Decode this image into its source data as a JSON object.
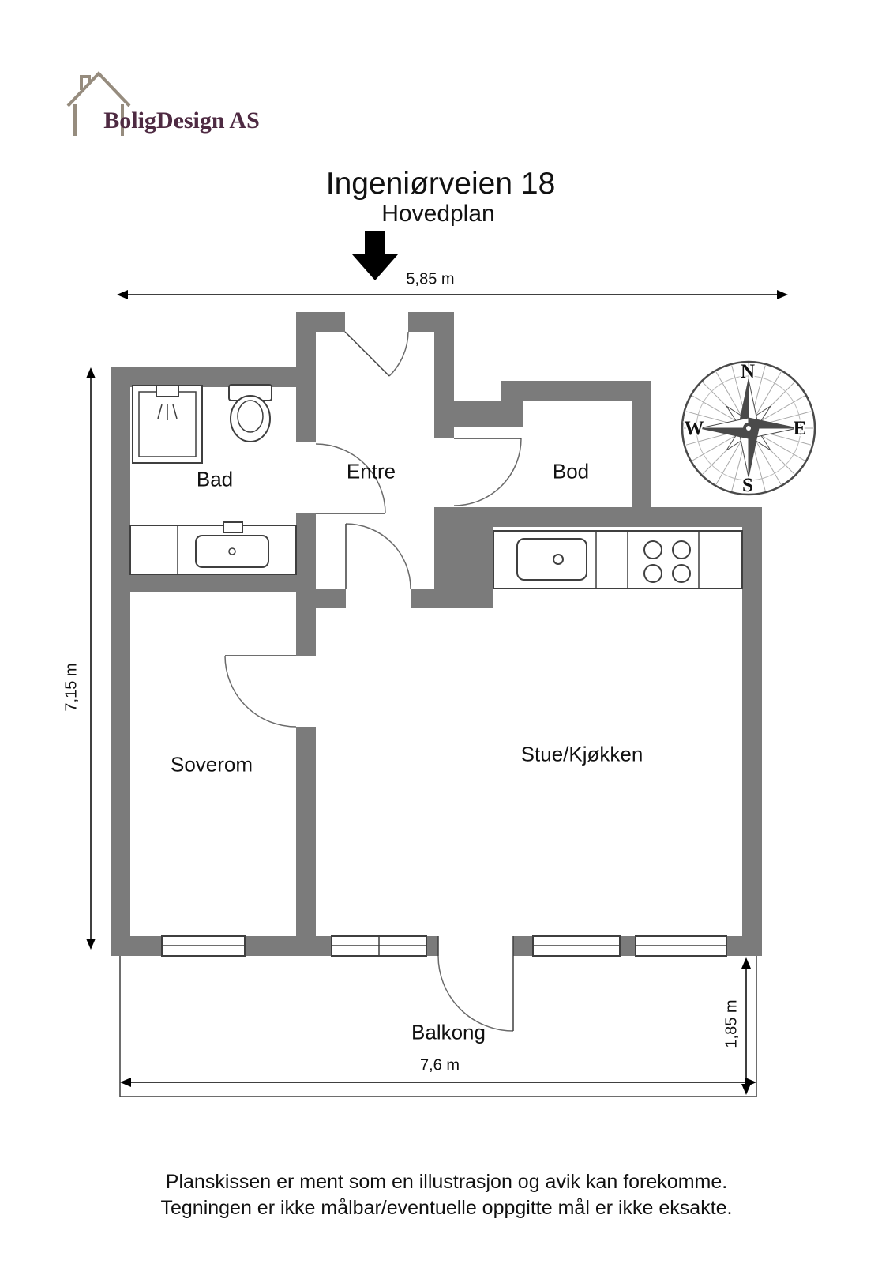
{
  "logo": {
    "company": "BoligDesign AS"
  },
  "header": {
    "title": "Ingeniørveien 18",
    "subtitle": "Hovedplan"
  },
  "rooms": {
    "bad": "Bad",
    "entre": "Entre",
    "bod": "Bod",
    "soverom": "Soverom",
    "stue": "Stue/Kjøkken",
    "balkong": "Balkong"
  },
  "dimensions": {
    "top_width": "5,85 m",
    "left_height": "7,15 m",
    "balcony_width": "7,6 m",
    "balcony_depth": "1,85 m"
  },
  "compass": {
    "north": "N",
    "east": "E",
    "south": "S",
    "west": "W"
  },
  "footer": {
    "line1": "Planskissen er ment som en illustrasjon og avik kan forekomme.",
    "line2": "Tegningen er ikke målbar/eventuelle oppgitte mål er ikke eksakte."
  },
  "colors": {
    "wall": "#7b7b7b",
    "logo_text": "#4e2a42",
    "line": "#3f3f3f",
    "text": "#111111"
  }
}
